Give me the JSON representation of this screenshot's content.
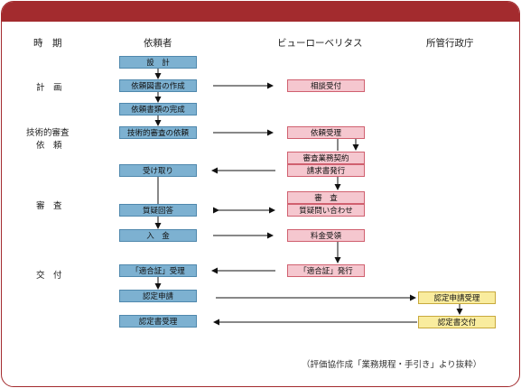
{
  "headers": {
    "period": "時　期",
    "requester": "依頼者",
    "bureau": "ビューローベリタス",
    "authority": "所管行政庁"
  },
  "phases": {
    "plan": "計　画",
    "tech_review": "技術的審査",
    "request": "依　頼",
    "review": "審　査",
    "issue": "交　付"
  },
  "requester_steps": {
    "design": "設　計",
    "drawings": "依頼図書の作成",
    "documents": "依頼書類の完成",
    "tech_request": "技術的審査の依頼",
    "receive_invoice": "受け取り",
    "answer": "質疑回答",
    "payment": "入　金",
    "receive_cert": "「適合証」受理",
    "apply": "認定申請",
    "receive_approval": "認定書受理"
  },
  "bureau_steps": {
    "consult": "相談受付",
    "accept": "依頼受理",
    "contract": "審査業務契約",
    "invoice": "請求書発行",
    "review": "審　査",
    "questions": "質疑問い合わせ",
    "fee": "料金受領",
    "issue_cert": "「適合証」発行"
  },
  "authority_steps": {
    "accept_app": "認定申請受理",
    "issue_approval": "認定書交付"
  },
  "colors": {
    "frame": "#a32b2e",
    "requester_fill": "#7db1d1",
    "bureau_fill": "#f5c7cf",
    "authority_fill": "#f9ec9e"
  },
  "source_note": "（評価協作成「業務規程・手引き」より抜粋）"
}
